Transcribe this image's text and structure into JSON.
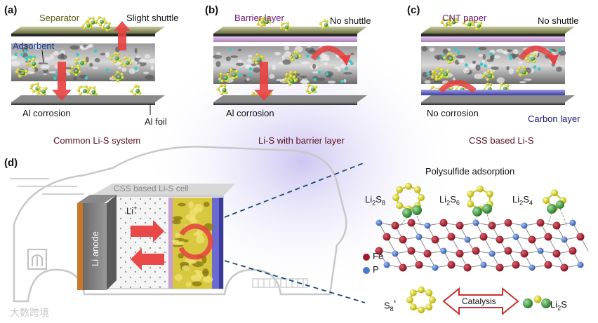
{
  "panels": {
    "a": {
      "letter": "(a)",
      "top_layer": "Separator",
      "adsorbent": "Adsorbent",
      "shuttle": "Slight shuttle",
      "corrosion": "Al corrosion",
      "foil": "Al foil",
      "caption": "Common Li-S system"
    },
    "b": {
      "letter": "(b)",
      "top_layer": "Barrier layer",
      "shuttle": "No shuttle",
      "corrosion": "Al corrosion",
      "caption": "Li-S with barrier layer"
    },
    "c": {
      "letter": "(c)",
      "top_layer": "CNT paper",
      "shuttle": "No shuttle",
      "corrosion": "No corrosion",
      "bottom_layer": "Carbon layer",
      "caption": "CSS based Li-S"
    },
    "d": {
      "letter": "(d)",
      "cell_title": "CSS based Li-S cell",
      "ion": "Li",
      "ion_charge": "+",
      "anode": "Li anode",
      "adsorption_title": "Polysulfide adsorption",
      "species": [
        {
          "base": "Li",
          "sub1": "2",
          "mid": "S",
          "sub2": "8"
        },
        {
          "base": "Li",
          "sub1": "2",
          "mid": "S",
          "sub2": "6"
        },
        {
          "base": "Li",
          "sub1": "2",
          "mid": "S",
          "sub2": "4"
        }
      ],
      "legend_fe": "Fe",
      "legend_p": "P",
      "s8": "S",
      "s8_sub": "8",
      "s8_sup": "*",
      "catalysis": "Catalysis",
      "li2s_base": "Li",
      "li2s_sub": "2",
      "li2s_end": "S"
    }
  },
  "watermark": "大数跨境",
  "colors": {
    "fe": "#a01828",
    "p": "#4a7ad0",
    "sulfur": "#e8e020",
    "lithium": "#40a040",
    "arrow": "#e83838",
    "film_top": "#a8ad80",
    "foil": "#555555",
    "barrier": "#c8a0d0",
    "carbon": "#6a6ad0",
    "anode": "#c87828"
  }
}
